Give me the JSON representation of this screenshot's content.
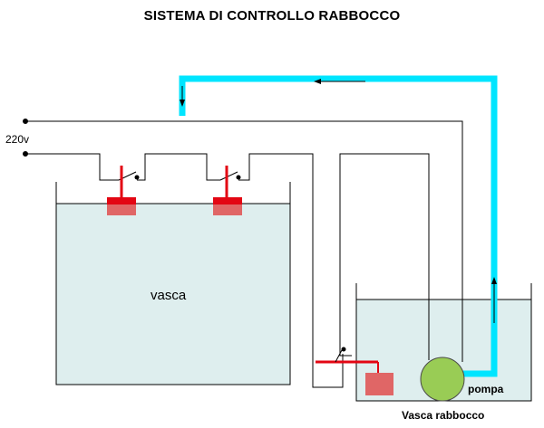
{
  "title": "SISTEMA DI CONTROLLO RABBOCCO",
  "labels": {
    "voltage": "220v",
    "main_tank": "vasca",
    "pump": "pompa",
    "reservoir": "Vasca rabbocco"
  },
  "colors": {
    "water": "#deeeee",
    "pipe": "#00e5ff",
    "float_switch": "#e30613",
    "float_body": "#e06666",
    "pump": "#99cc55",
    "wire": "#000000"
  }
}
